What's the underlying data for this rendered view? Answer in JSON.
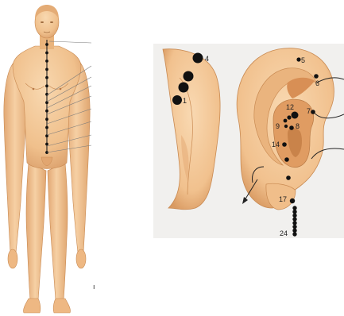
{
  "colors": {
    "skin": "#f2c493",
    "skin_shade": "#dca06a",
    "skin_dark": "#b97a45",
    "ear_bg": "#f1f0ee",
    "point": "#111111",
    "leader_line": "#7a7a7a"
  },
  "body_figure": {
    "meridian_points": 14,
    "leader_lines": 8,
    "small_mark": "ı"
  },
  "ear_back": {
    "labels": [
      "4",
      "1"
    ]
  },
  "ear_front": {
    "labels": [
      "5",
      "6",
      "12",
      "7",
      "9",
      "8",
      "14",
      "17",
      "24"
    ],
    "chain_points": 8
  }
}
